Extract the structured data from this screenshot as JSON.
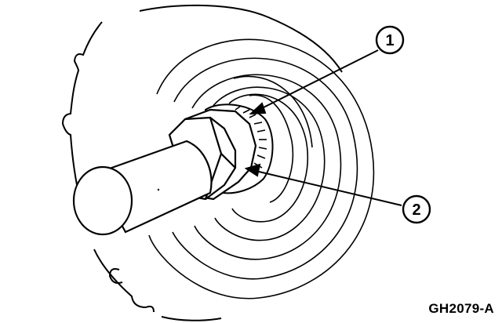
{
  "diagram": {
    "figure_id": "GH2079-A",
    "callouts": [
      {
        "label": "1"
      },
      {
        "label": "2"
      }
    ],
    "colors": {
      "ink": "#000000",
      "paper": "#ffffff"
    }
  }
}
